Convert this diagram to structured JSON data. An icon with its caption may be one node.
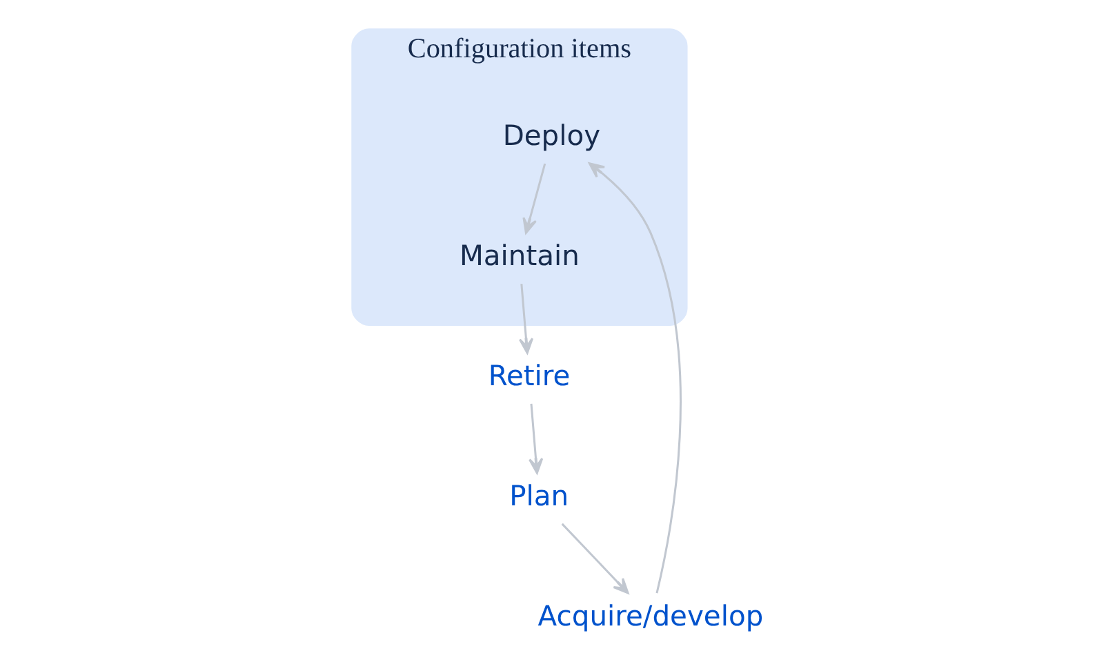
{
  "diagram": {
    "nodes": [
      {
        "text": [
          "Plan"
        ]
      },
      {
        "text": [
          "Retire"
        ]
      },
      {
        "text": [
          "Acquire/develop"
        ]
      },
      {
        "text": [
          "Configuration items"
        ]
      },
      {
        "text": [
          "Maintain"
        ],
        "in": 3
      },
      {
        "text": [
          "Deploy"
        ],
        "in": 3
      }
    ],
    "edges": [
      {
        "from": 0,
        "to": 2,
        "arrow": "to"
      },
      {
        "from": 2,
        "to": 5,
        "arrow": "to"
      },
      {
        "from": 5,
        "to": 4,
        "arrow": "to"
      },
      {
        "from": 4,
        "to": 1,
        "arrow": "to"
      },
      {
        "from": 1,
        "to": 0,
        "arrow": "to"
      }
    ]
  }
}
